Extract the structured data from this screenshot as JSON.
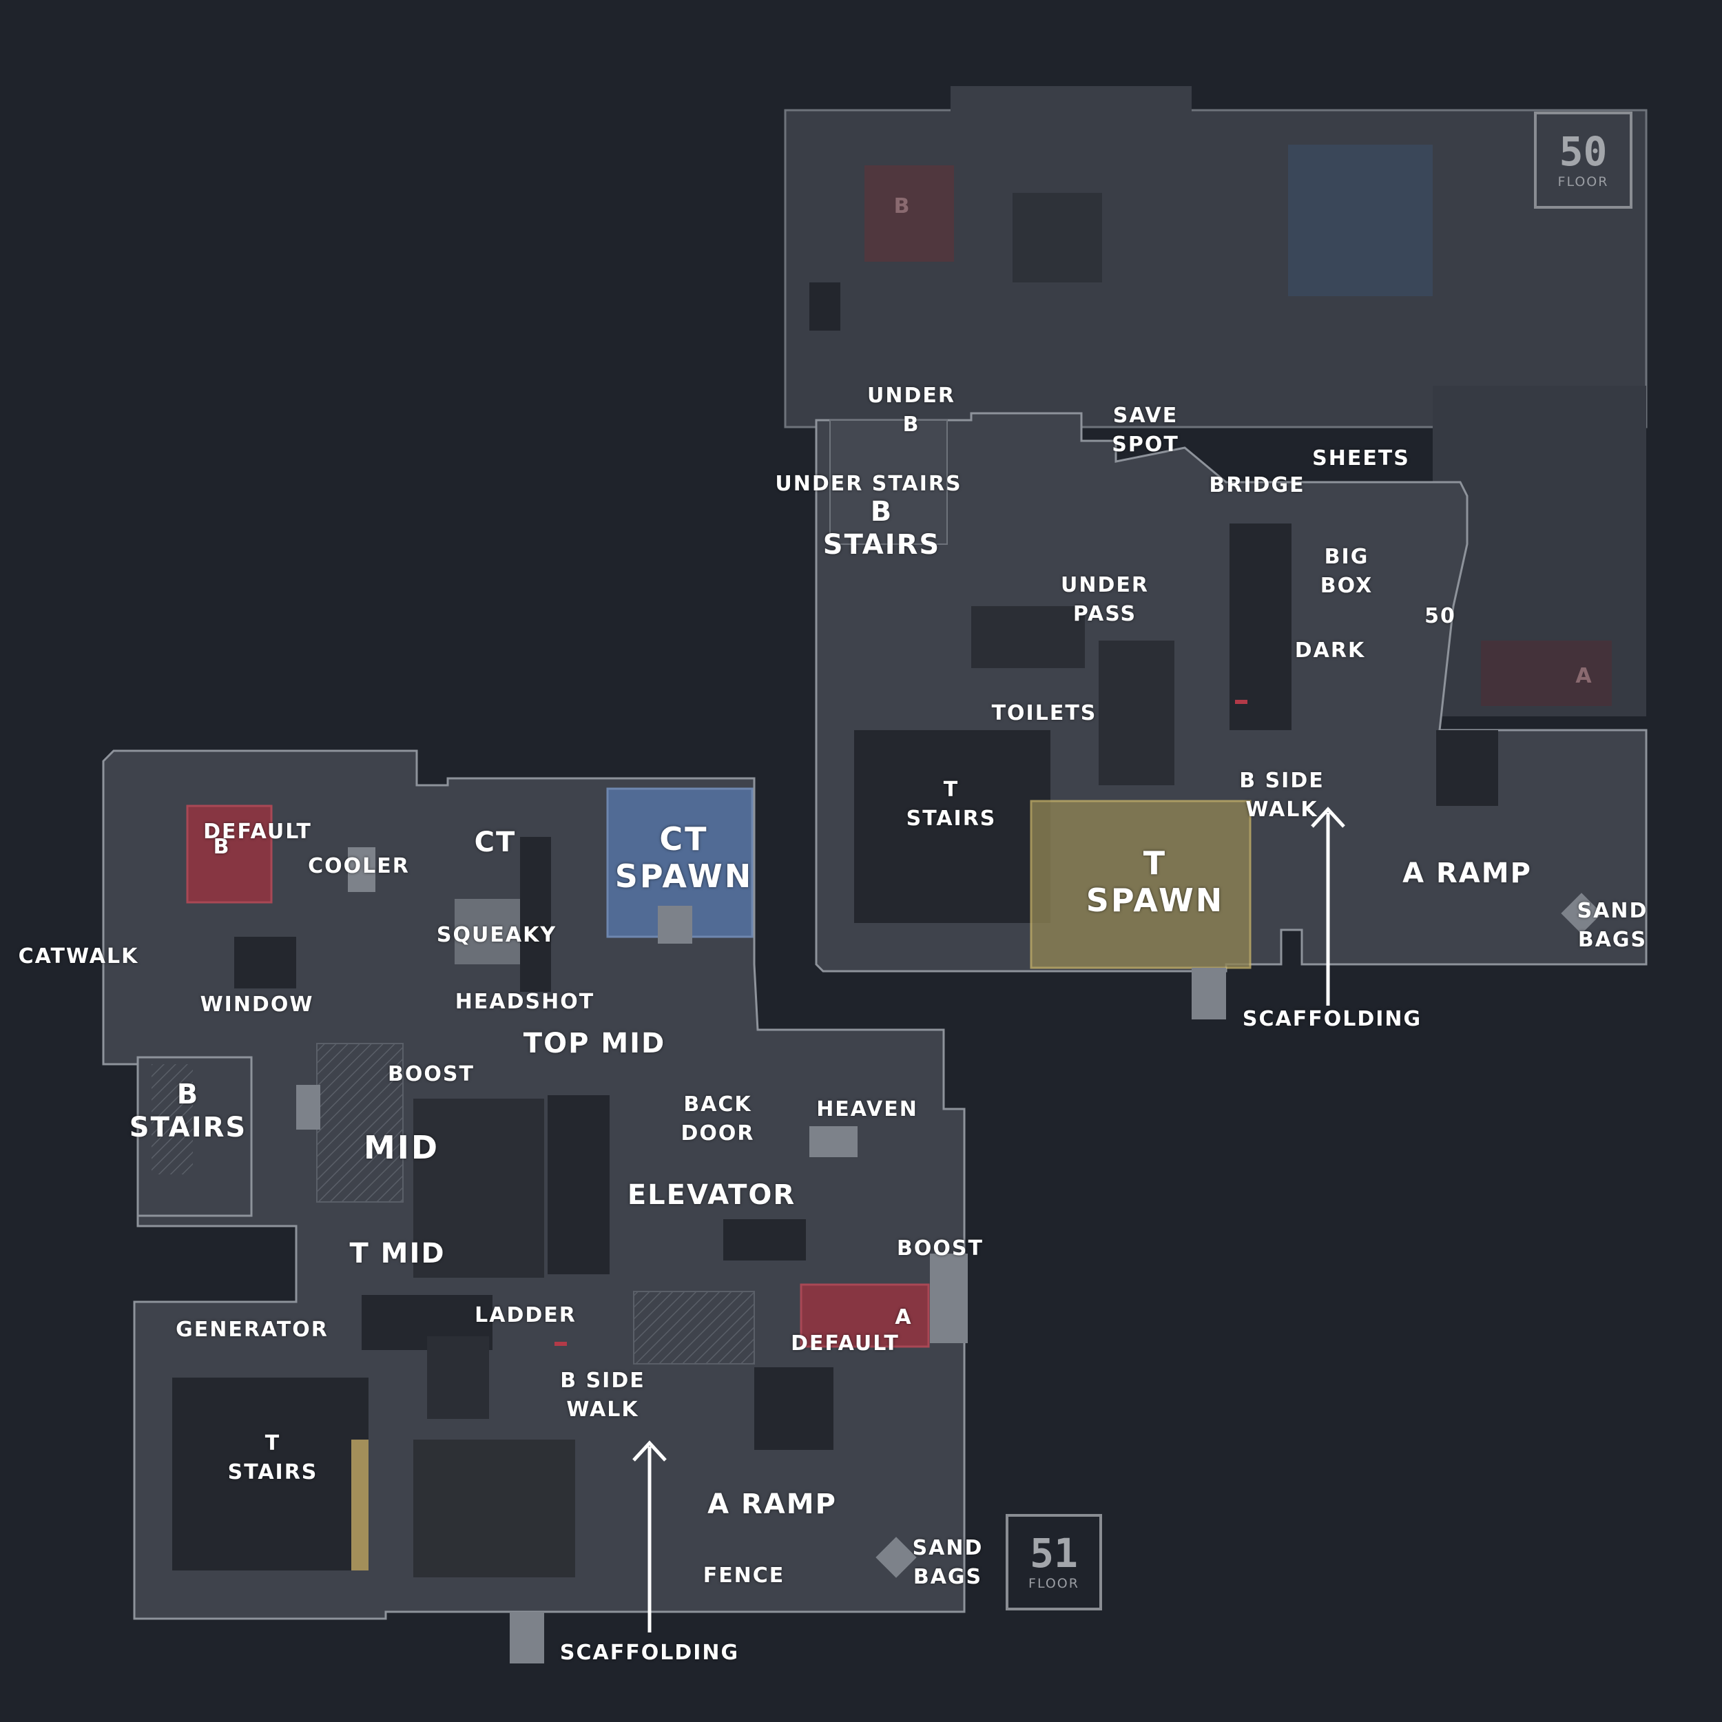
{
  "floors": {
    "upper": {
      "number": "50",
      "caption": "FLOOR"
    },
    "lower": {
      "number": "51",
      "caption": "FLOOR"
    }
  },
  "labels": {
    "under_b": "UNDER|B",
    "save_spot": "SAVE|SPOT",
    "sheets": "SHEETS",
    "bridge": "BRIDGE",
    "under_stairs": "UNDER STAIRS",
    "upper_b_stairs": "B|STAIRS",
    "big_box": "BIG|BOX",
    "under_pass": "UNDER|PASS",
    "fifty": "50",
    "dark": "DARK",
    "toilets": "TOILETS",
    "upper_t_stairs": "T|STAIRS",
    "upper_b_side_walk": "B SIDE|WALK",
    "t_spawn": "T|SPAWN",
    "upper_a_ramp": "A RAMP",
    "upper_sand_bags": "SAND|BAGS",
    "upper_scaffolding": "SCAFFOLDING",
    "default_b": "DEFAULT",
    "ct": "CT",
    "cooler": "COOLER",
    "ct_spawn": "CT|SPAWN",
    "catwalk": "CATWALK",
    "squeaky": "SQUEAKY",
    "window": "WINDOW",
    "headshot": "HEADSHOT",
    "top_mid": "TOP MID",
    "boost_mid": "BOOST",
    "lower_b_stairs": "B|STAIRS",
    "mid": "MID",
    "back_door": "BACK|DOOR",
    "heaven": "HEAVEN",
    "elevator": "ELEVATOR",
    "t_mid": "T MID",
    "boost_a": "BOOST",
    "generator": "GENERATOR",
    "ladder": "LADDER",
    "a_default": "DEFAULT",
    "lower_b_side_walk": "B SIDE|WALK",
    "lower_t_stairs": "T|STAIRS",
    "lower_a_ramp": "A RAMP",
    "fence": "FENCE",
    "lower_sand_bags": "SAND|BAGS",
    "lower_scaffolding": "SCAFFOLDING"
  },
  "site_marks": {
    "upper_b": "B",
    "upper_a": "A",
    "lower_b": "B",
    "lower_a": "A"
  },
  "colors": {
    "background": "#1f232b",
    "floor": "#3a3e47",
    "floor_light": "#4a4f58",
    "wall": "#8e939b",
    "site_red": "#b33a48",
    "ct_spawn_blue": "#5a7fb8",
    "t_spawn_gold": "#c9b46a",
    "label": "#ffffff"
  }
}
